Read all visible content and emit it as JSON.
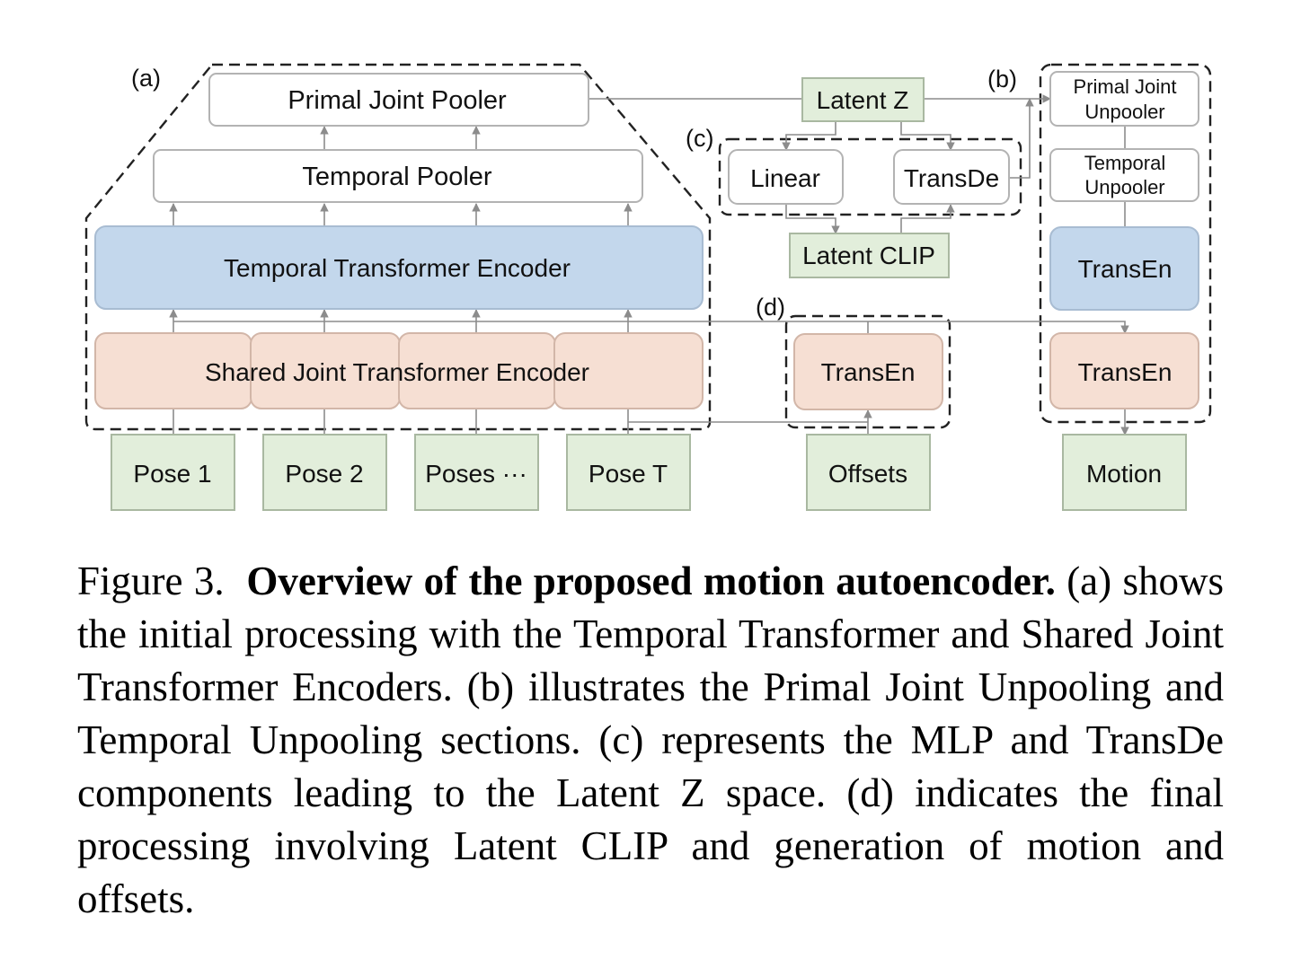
{
  "diagram": {
    "section_labels": {
      "a": "(a)",
      "b": "(b)",
      "c": "(c)",
      "d": "(d)"
    },
    "blocks": {
      "primal_joint_pooler": "Primal Joint Pooler",
      "temporal_pooler": "Temporal Pooler",
      "temporal_transformer_encoder": "Temporal Transformer Encoder",
      "shared_joint_transformer_encoder": "Shared Joint Transformer Encoder",
      "latent_z": "Latent Z",
      "linear": "Linear",
      "transde": "TransDe",
      "latent_clip": "Latent CLIP",
      "transen_offsets": "TransEn",
      "primal_joint_unpooler_line1": "Primal Joint",
      "primal_joint_unpooler_line2": "Unpooler",
      "temporal_unpooler_line1": "Temporal",
      "temporal_unpooler_line2": "Unpooler",
      "transen_decoder_blue": "TransEn",
      "transen_decoder_pink": "TransEn"
    },
    "inputs": [
      "Pose 1",
      "Pose 2",
      "Poses ···",
      "Pose T"
    ],
    "offsets": "Offsets",
    "motion": "Motion",
    "colors": {
      "white_block": "#ffffff",
      "blue_block": "#c3d7ec",
      "pink_block": "#f6dfd3",
      "green_block": "#e2eedb"
    }
  },
  "caption": {
    "figure_label": "Figure 3.",
    "title": "Overview of the proposed motion autoencoder.",
    "body": "(a) shows the initial processing with the Temporal Transformer and Shared Joint Transformer Encoders. (b) illustrates the Primal Joint Unpooling and Temporal Unpooling sections. (c) represents the MLP and TransDe components leading to the Latent Z space. (d) indicates the final processing involving Latent CLIP and generation of motion and offsets."
  }
}
